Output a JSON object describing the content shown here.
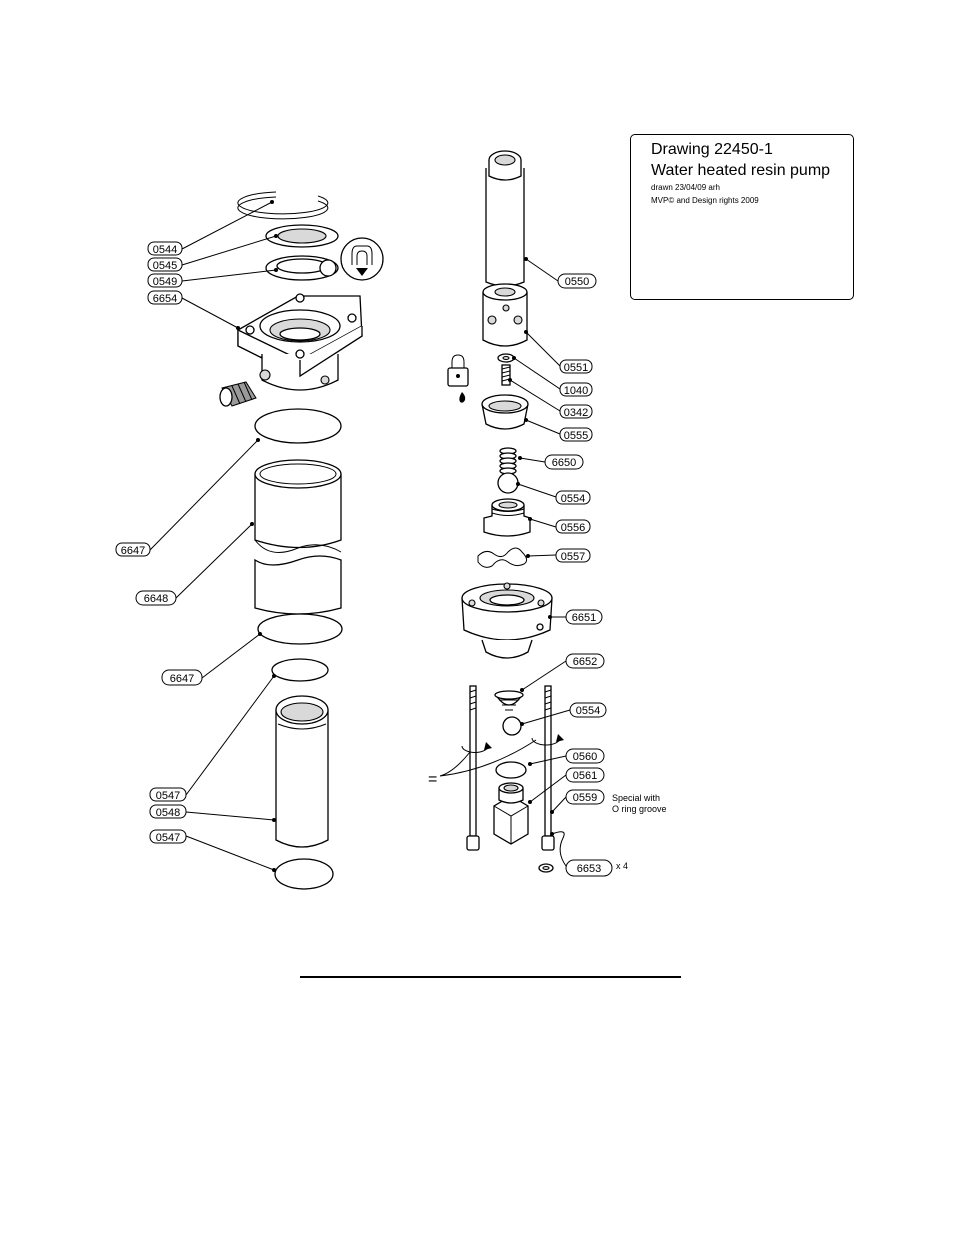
{
  "title_block": {
    "drawing_no": "Drawing 22450-1",
    "title": "Water heated resin pump",
    "drawn": "drawn 23/04/09 arh",
    "rights": "MVP© and Design rights 2009"
  },
  "labels": {
    "l0544": "0544",
    "l0545": "0545",
    "l0549": "0549",
    "l6654": "6654",
    "l6647a": "6647",
    "l6648": "6648",
    "l6647b": "6647",
    "l0547a": "0547",
    "l0548": "0548",
    "l0547b": "0547",
    "l0550": "0550",
    "l0551": "0551",
    "l1040": "1040",
    "l0342": "0342",
    "l0555": "0555",
    "l6650": "6650",
    "l0554a": "0554",
    "l0556": "0556",
    "l0557": "0557",
    "l6651": "6651",
    "l6652": "6652",
    "l0554b": "0554",
    "l0560": "0560",
    "l0561": "0561",
    "l0559": "0559",
    "l6653": "6653"
  },
  "notes": {
    "special1": "Special with",
    "special2": "O ring groove",
    "qty": "x 4",
    "equals": "="
  }
}
